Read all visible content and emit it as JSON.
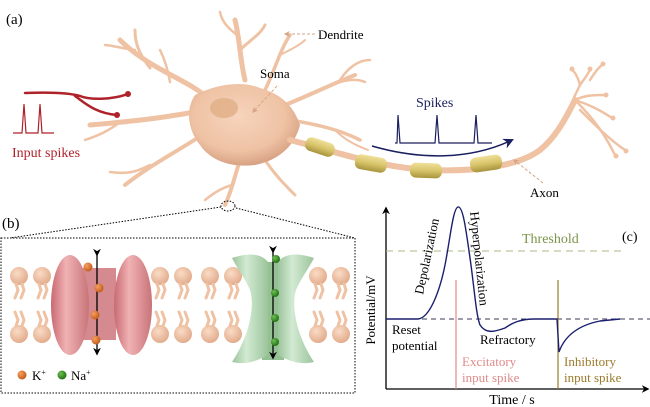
{
  "panels": {
    "a": {
      "tag": "(a)",
      "labels": {
        "dendrite": "Dendrite",
        "soma": "Soma",
        "axon": "Axon",
        "spikes": "Spikes",
        "input_spikes": "Input spikes"
      }
    },
    "b": {
      "tag": "(b)",
      "legend": {
        "k_label": "K",
        "k_sup": "+",
        "na_label": "Na",
        "na_sup": "+"
      }
    },
    "c": {
      "tag": "(c)",
      "xlabel": "Time / s",
      "ylabel": "Potential/mV",
      "labels": {
        "threshold": "Threshold",
        "depolarization": "Depolarization",
        "hyperpolarization": "Hyperpolarization",
        "refractory": "Refractory",
        "reset_line1": "Reset",
        "reset_line2": "potential",
        "excitatory_line1": "Excitatory",
        "excitatory_line2": "input spike",
        "inhibitory_line1": "Inhibitory",
        "inhibitory_line2": "input spike"
      }
    }
  },
  "colors": {
    "neuron": "#f0c4a8",
    "neuron_dark": "#d9a488",
    "myelin": "#d8c46a",
    "input_red": "#b0222a",
    "spike_navy": "#1a1f5e",
    "potassium_channel": "#e8a2a4",
    "sodium_channel": "#bcdcbc",
    "k_ion": "#e07a30",
    "na_ion": "#3a9a2a",
    "threshold": "#8aa060",
    "excitatory": "#e08a8a",
    "inhibitory": "#9a7a2a",
    "curve": "#1a1f6e"
  }
}
